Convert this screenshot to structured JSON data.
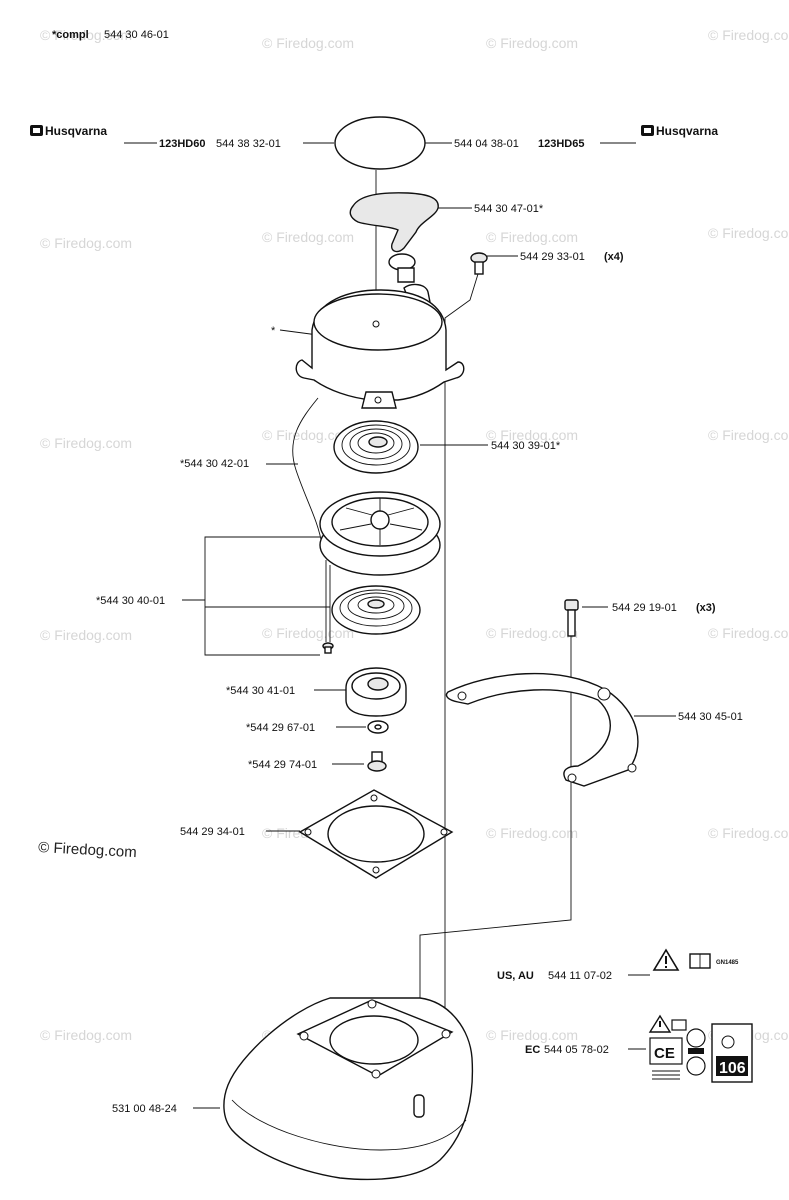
{
  "header": {
    "compl_label": "*compl",
    "compl_number": "544 30 46-01"
  },
  "brand": {
    "left_logo": "Husqvarna",
    "right_logo": "Husqvarna"
  },
  "watermark": {
    "text": "© Firedog.com",
    "copyright_prominent": "© Firedog.com"
  },
  "labels": {
    "decal_left_model": "123HD60",
    "decal_left_number": "544 38 32-01",
    "decal_right_number": "544 04 38-01",
    "decal_right_model": "123HD65",
    "handle": "544 30 47-01*",
    "screw_top_number": "544 29 33-01",
    "screw_top_qty": "(x4)",
    "housing_star": "*",
    "rope": "*544 30 42-01",
    "spring": "544 30 39-01*",
    "pulley_assy": "*544 30 40-01",
    "screw_right_number": "544 29 19-01",
    "screw_right_qty": "(x3)",
    "hub": "*544 30 41-01",
    "washer": "*544 29 67-01",
    "bolt": "*544 29 74-01",
    "guard": "544 30 45-01",
    "gasket": "544 29 34-01",
    "us_prefix": "US, AU",
    "us_number": "544 11 07-02",
    "us_code": "GN1485",
    "ec_prefix": "EC",
    "ec_number": "544 05 78-02",
    "ec_ce": "CE",
    "ec_db": "106",
    "fan_cover": "531 00 48-24"
  },
  "icons": {
    "warning": "warning-triangle-icon",
    "manual": "manual-book-icon",
    "ce": "ce-mark-icon",
    "db": "decibel-label-icon"
  }
}
